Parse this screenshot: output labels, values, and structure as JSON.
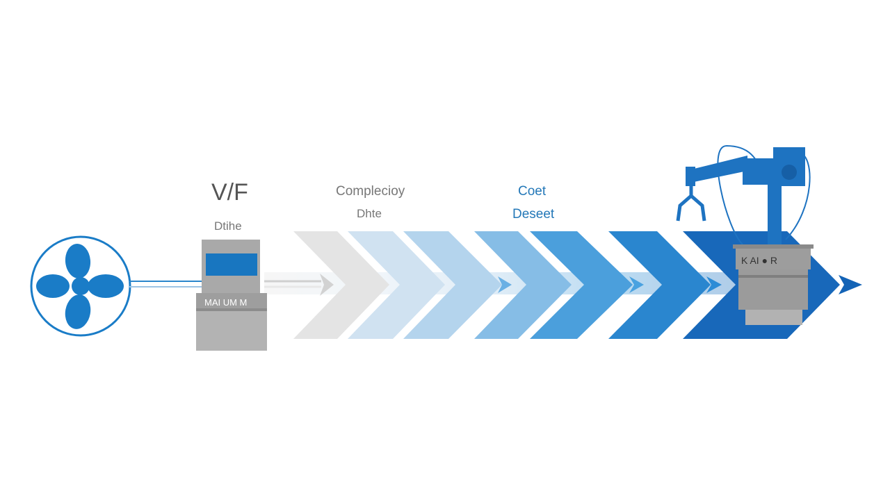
{
  "stages": [
    {
      "title": "V/F",
      "subtitle": "Dtihe"
    },
    {
      "title": "Complecioy",
      "subtitle": "Dhte"
    },
    {
      "title": "Coet",
      "subtitle": "Deseet"
    }
  ],
  "drive_panel_label": "MAI UM M",
  "robot_panel_label": "K AI ● R",
  "icons": {
    "source": "fan-icon",
    "drive": "vf-drive-unit",
    "target": "robotic-arm-icon"
  },
  "colors": {
    "fan": "#1a7cc7",
    "screen": "#1876c0",
    "chevron_gray": "#e3e3e3",
    "chevron_light_blue": "#b5d3ec",
    "chevron_mid_blue": "#4aa0dd",
    "chevron_dark_blue": "#1566b9",
    "cabinet_gray": "#a4a4a4",
    "arm_blue": "#1e73c1"
  }
}
